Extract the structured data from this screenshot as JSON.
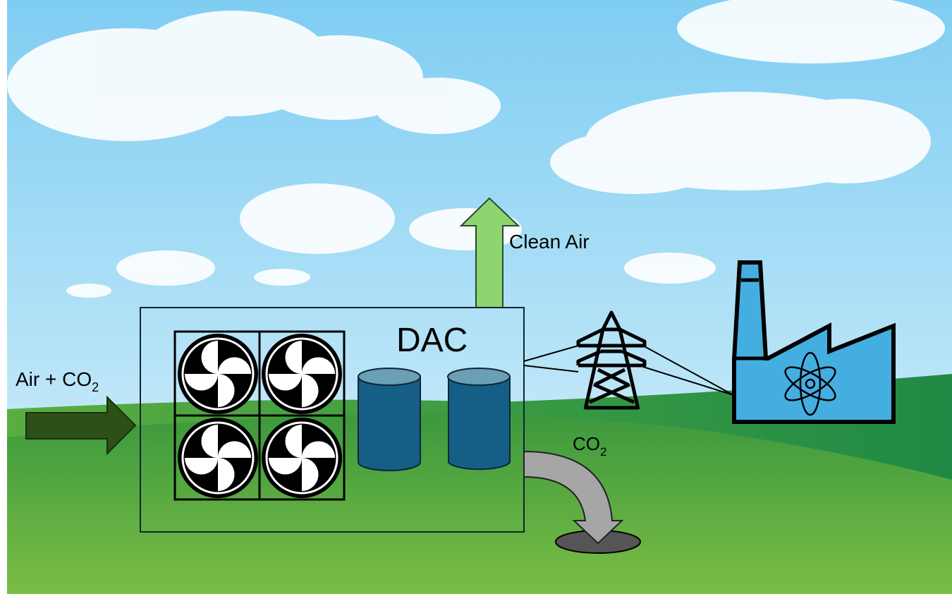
{
  "labels": {
    "clean_air": "Clean Air",
    "dac": "DAC",
    "air_in_prefix": "Air + CO",
    "air_in_subscript": "2",
    "co2_out_prefix": "CO",
    "co2_out_subscript": "2"
  },
  "colors": {
    "clean_air_arrow": "#8ed46f",
    "air_in_arrow": "#2b5118",
    "tank": "#155e85",
    "tank_top": "#6a9fb5",
    "factory": "#45aee0",
    "co2_arrow": "#a6a6a6"
  },
  "icons": [
    "fan-icon",
    "storage-tank-icon",
    "power-pylon-icon",
    "nuclear-factory-icon",
    "atom-icon",
    "underground-storage-icon"
  ]
}
